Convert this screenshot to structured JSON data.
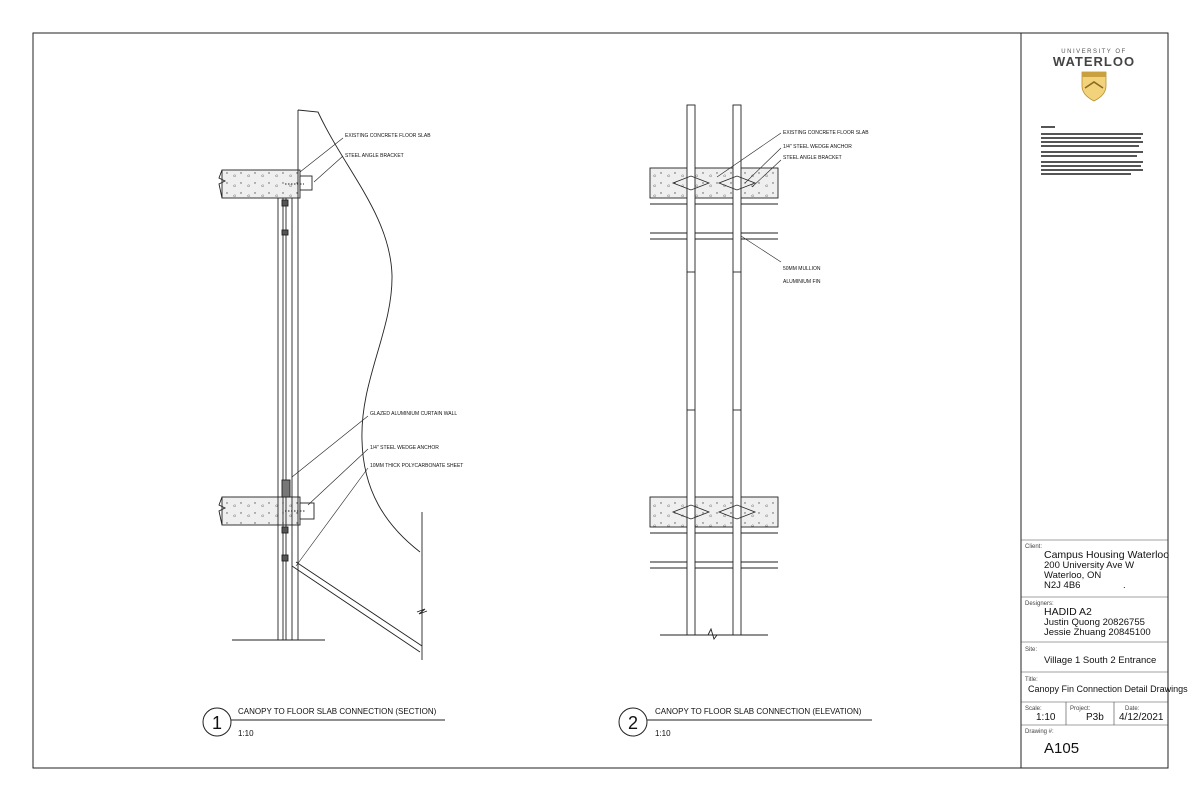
{
  "titleblock": {
    "logo_top": "UNIVERSITY OF",
    "logo_name": "WATERLOO",
    "client_label": "Client:",
    "client_name": "Campus Housing Waterloo",
    "client_address": [
      "200 University Ave W",
      "Waterloo, ON",
      "N2J 4B6"
    ],
    "designers_label": "Designers:",
    "team": "HADID A2",
    "designers": [
      "Justin Quong 20826755",
      "Jessie Zhuang 20845100"
    ],
    "site_label": "Site:",
    "site": "Village 1 South 2 Entrance",
    "title_label": "Title:",
    "title": "Canopy Fin Connection Detail Drawings",
    "scale_label": "Scale:",
    "scale": "1:10",
    "project_label": "Project:",
    "project": "P3b",
    "date_label": "Date:",
    "date": "4/12/2021",
    "drawing_label": "Drawing #:",
    "drawing_number": "A105"
  },
  "detail1": {
    "number": "1",
    "title": "CANOPY TO FLOOR SLAB CONNECTION (SECTION)",
    "scale": "1:10",
    "notes": {
      "existing_slab": "EXISTING CONCRETE FLOOR SLAB",
      "angle_bracket": "STEEL ANGLE BRACKET",
      "curtain_wall": "GLAZED ALUMINIUM CURTAIN WALL",
      "wedge_anchor": "1/4\" STEEL WEDGE ANCHOR",
      "polycarbonate": "10MM THICK POLYCARBONATE SHEET"
    }
  },
  "detail2": {
    "number": "2",
    "title": "CANOPY TO FLOOR SLAB CONNECTION (ELEVATION)",
    "scale": "1:10",
    "notes": {
      "existing_slab": "EXISTING CONCRETE FLOOR SLAB",
      "wedge_anchor": "1/4\" STEEL WEDGE ANCHOR",
      "angle_bracket": "STEEL ANGLE BRACKET",
      "mullion": "50MM MULLION",
      "fin": "ALUMINIUM FIN"
    }
  }
}
